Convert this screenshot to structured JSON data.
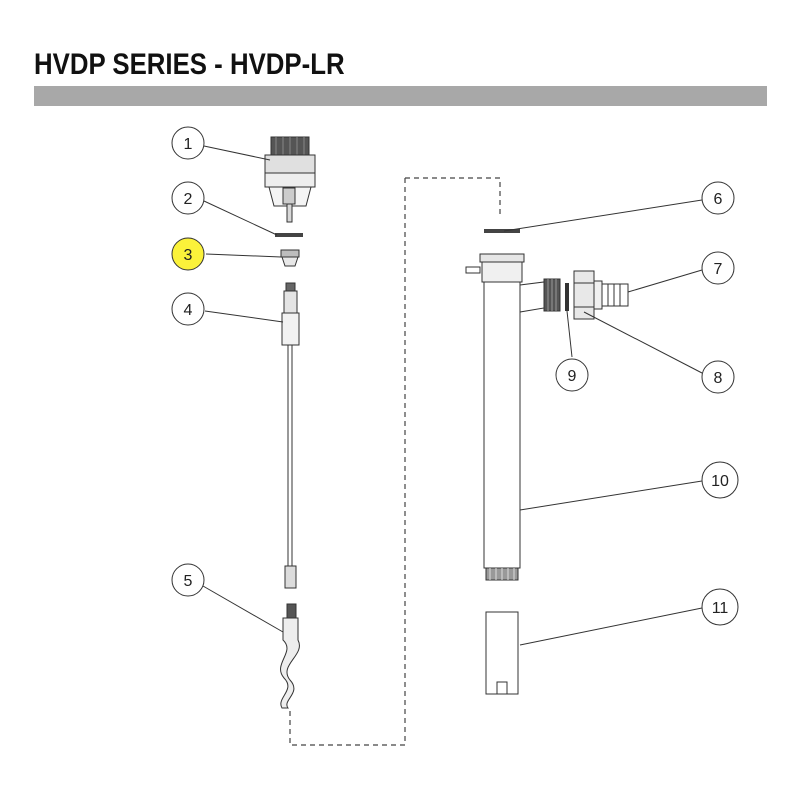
{
  "header": {
    "title": "HVDP SERIES - HVDP-LR"
  },
  "diagram": {
    "highlight_color": "#fbf23a",
    "bar_color": "#a8a8a8",
    "line_color": "#333333",
    "callouts": [
      {
        "label": "1",
        "highlighted": false
      },
      {
        "label": "2",
        "highlighted": false
      },
      {
        "label": "3",
        "highlighted": true
      },
      {
        "label": "4",
        "highlighted": false
      },
      {
        "label": "5",
        "highlighted": false
      },
      {
        "label": "6",
        "highlighted": false
      },
      {
        "label": "7",
        "highlighted": false
      },
      {
        "label": "8",
        "highlighted": false
      },
      {
        "label": "9",
        "highlighted": false
      },
      {
        "label": "10",
        "highlighted": false
      },
      {
        "label": "11",
        "highlighted": false
      }
    ]
  }
}
